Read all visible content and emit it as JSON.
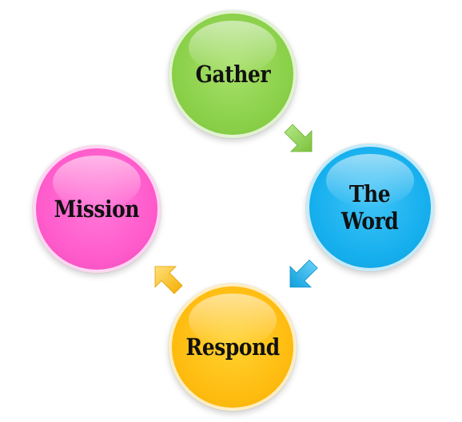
{
  "diagram": {
    "nodes": [
      {
        "id": "gather",
        "lines": [
          "Gather"
        ],
        "color": "#8bd14a"
      },
      {
        "id": "word",
        "lines": [
          "The",
          "Word"
        ],
        "color": "#17b0ee"
      },
      {
        "id": "respond",
        "lines": [
          "Respond"
        ],
        "color": "#ffbd12"
      },
      {
        "id": "mission",
        "lines": [
          "Mission"
        ],
        "color": "#ff5ccc"
      }
    ],
    "arrows": [
      {
        "from": "gather",
        "to": "word",
        "color": "#8bd14a",
        "icon": "arrow-down-right-icon"
      },
      {
        "from": "word",
        "to": "respond",
        "color": "#17b0ee",
        "icon": "arrow-down-left-icon"
      },
      {
        "from": "respond",
        "to": "mission",
        "color": "#ffbd12",
        "icon": "arrow-up-left-icon"
      }
    ]
  }
}
